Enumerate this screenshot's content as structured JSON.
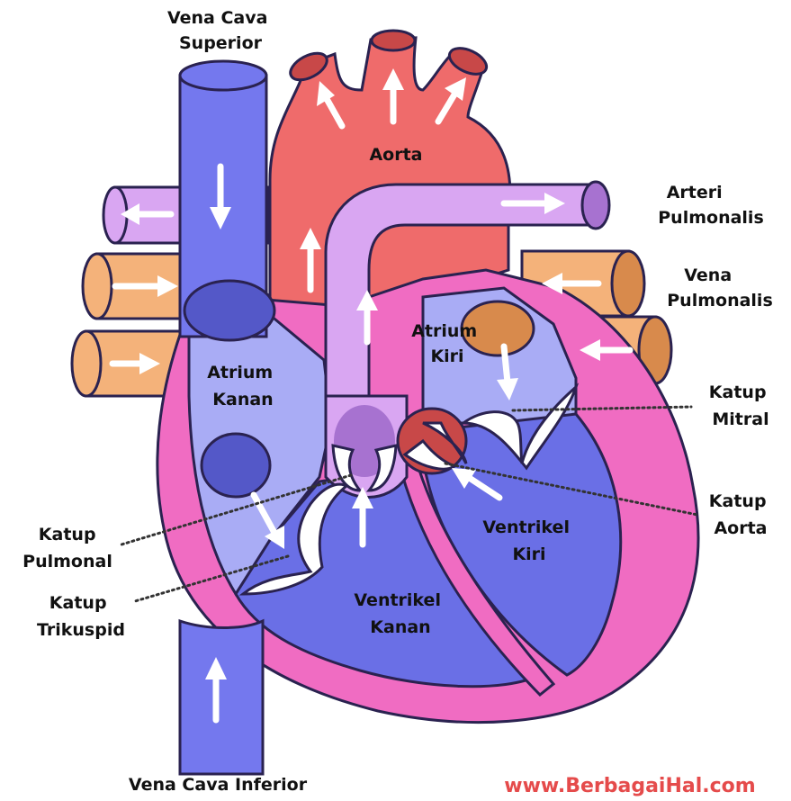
{
  "labels": {
    "vena_cava_superior": [
      "Vena Cava",
      "Superior"
    ],
    "aorta": "Aorta",
    "arteri_pulmonalis": [
      "Arteri",
      "Pulmonalis"
    ],
    "vena_pulmonalis": [
      "Vena",
      "Pulmonalis"
    ],
    "atrium_kiri": [
      "Atrium",
      "Kiri"
    ],
    "atrium_kanan": [
      "Atrium",
      "Kanan"
    ],
    "katup_mitral": [
      "Katup",
      "Mitral"
    ],
    "katup_aorta": [
      "Katup",
      "Aorta"
    ],
    "katup_pulmonal": [
      "Katup",
      "Pulmonal"
    ],
    "katup_trikuspid": [
      "Katup",
      "Trikuspid"
    ],
    "ventrikel_kiri": [
      "Ventrikel",
      "Kiri"
    ],
    "ventrikel_kanan": [
      "Ventrikel",
      "Kanan"
    ],
    "vena_cava_inferior": "Vena Cava Inferior"
  },
  "watermark": "www.BerbagaiHal.com",
  "colors": {
    "vena_cava": "#7478ee",
    "vena_cava_dark": "#5458c8",
    "aorta": "#ef6b6b",
    "aorta_dark": "#c84848",
    "pulmonary_artery": "#d9a6f2",
    "pulmonary_artery_dark": "#a772d0",
    "pulmonary_vein": "#f4b27a",
    "pulmonary_vein_dark": "#d88a4c",
    "myocardium": "#f06cc2",
    "atrium_right": "#a9acf5",
    "ventricle": "#6a6fe6",
    "valve": "#ffffff",
    "watermark": "#e54b4b"
  }
}
